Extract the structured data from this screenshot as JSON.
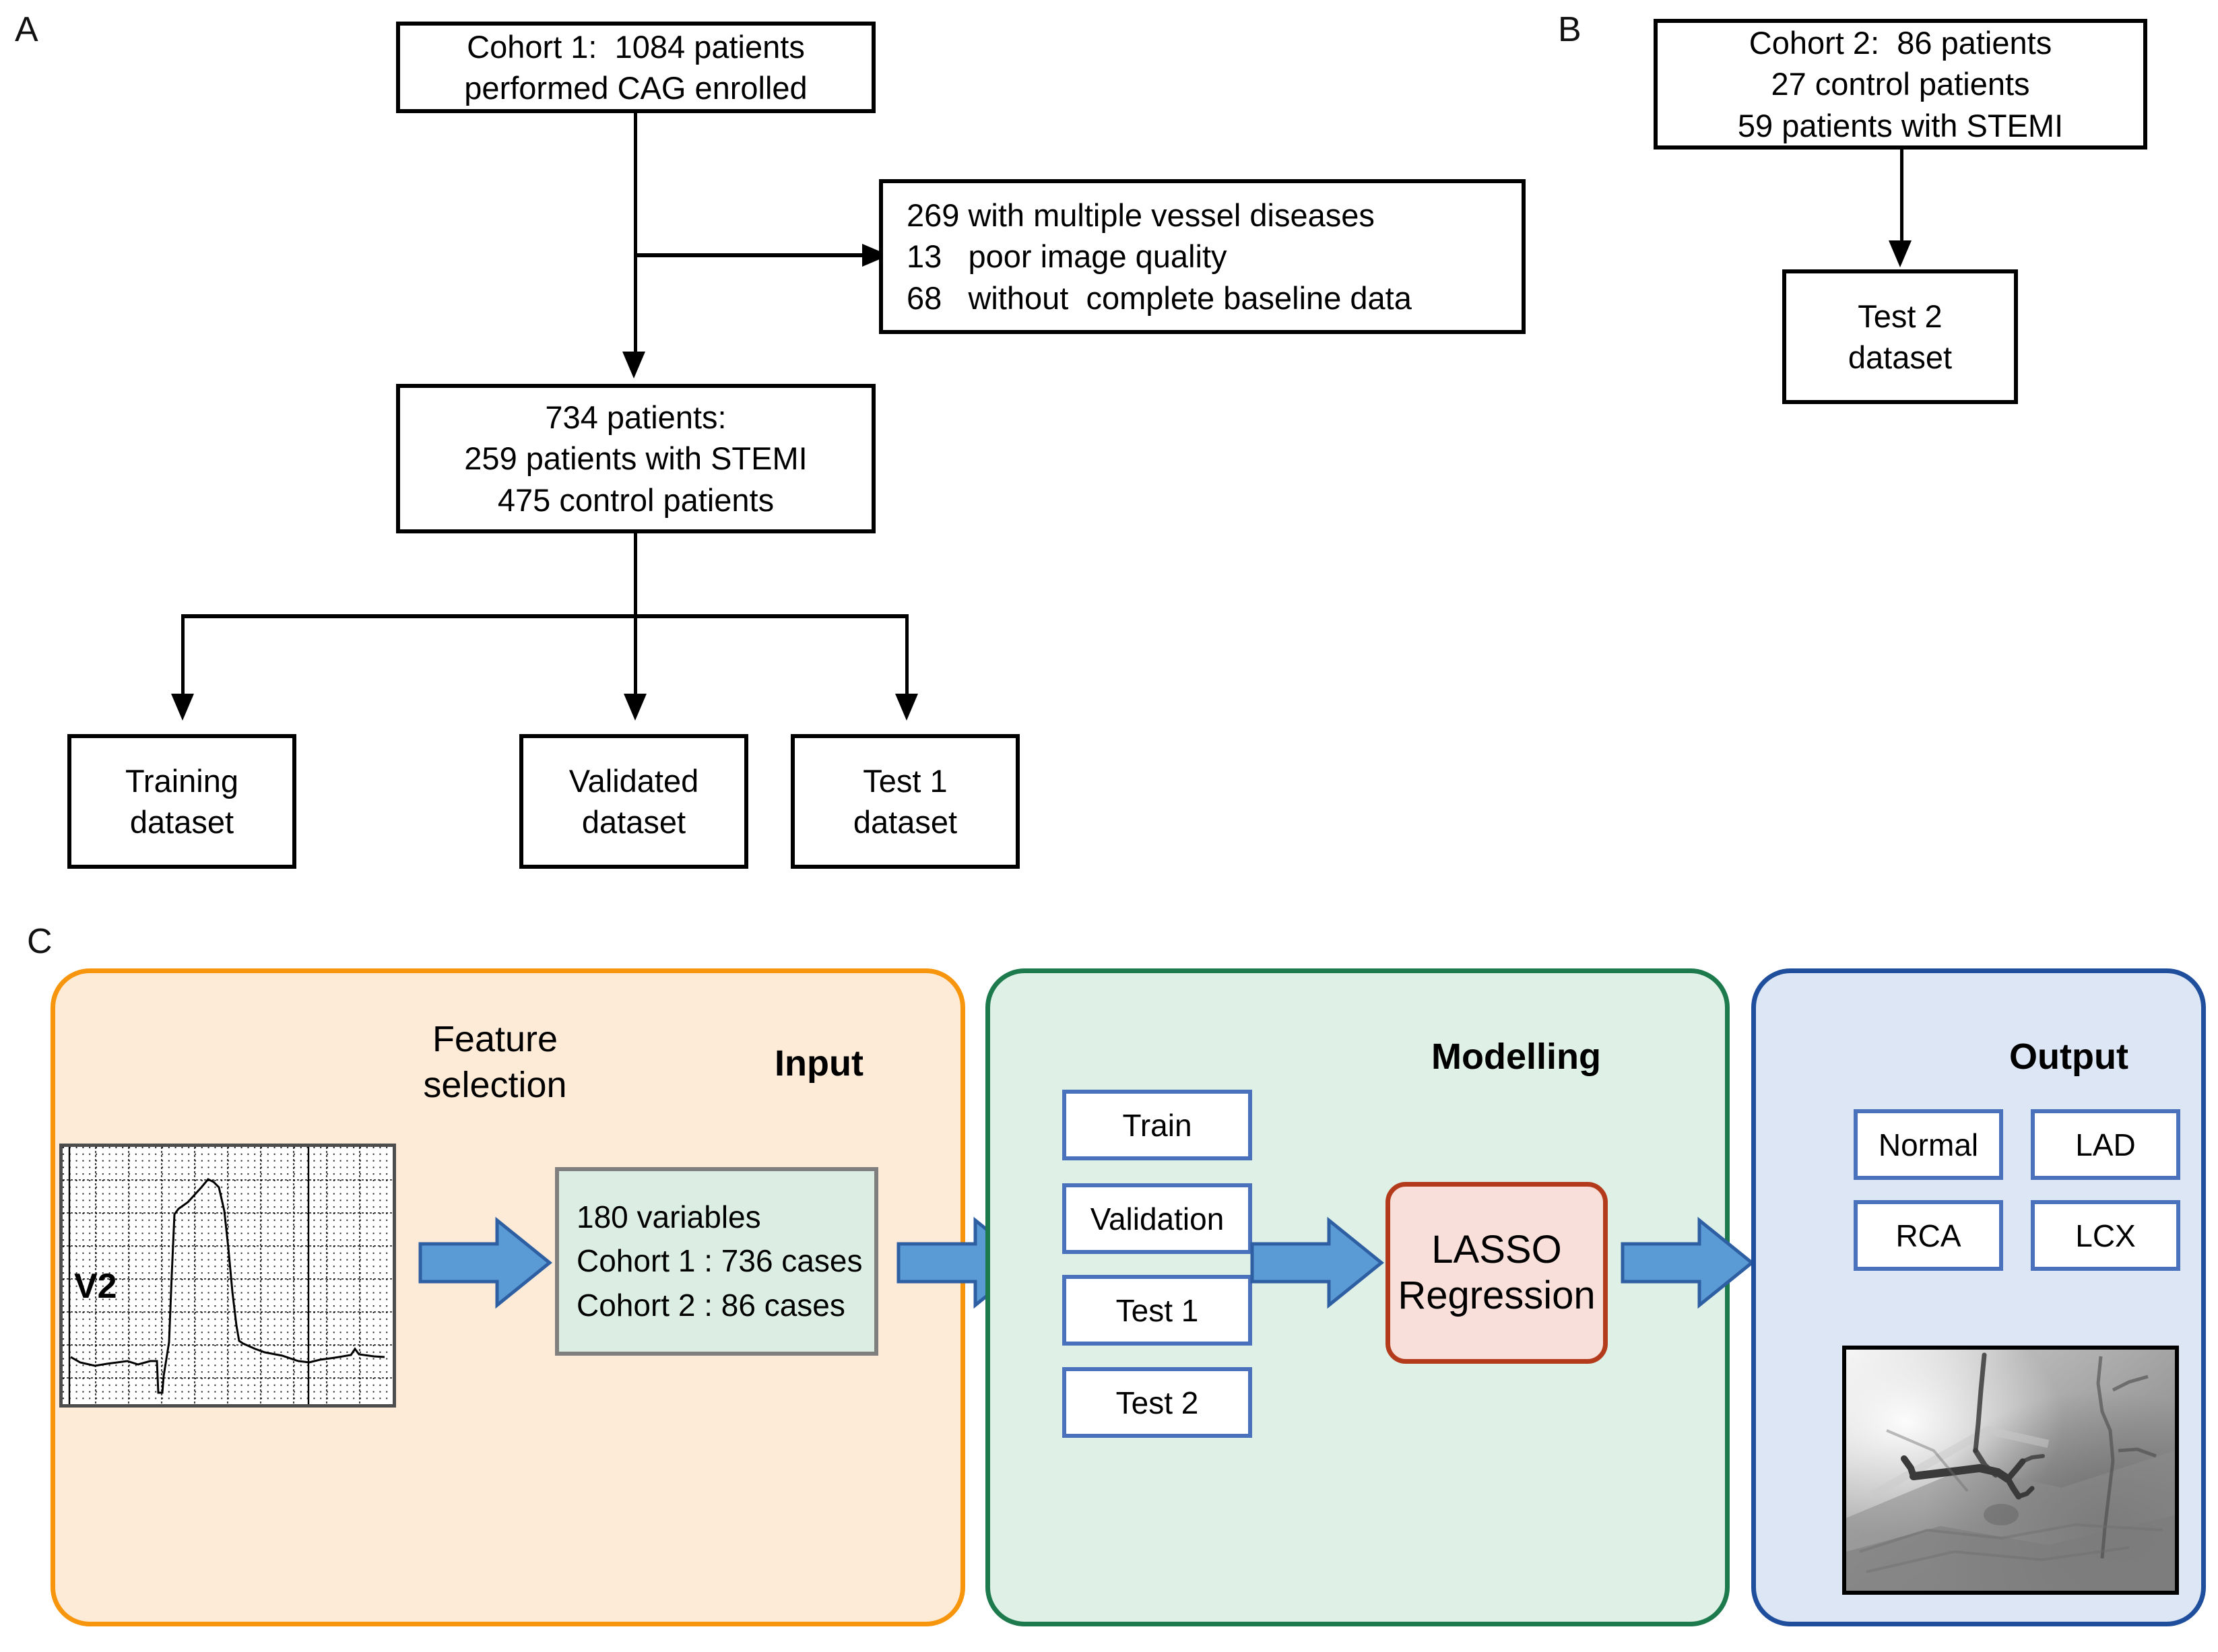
{
  "figure": {
    "panels": [
      {
        "letter": "A"
      },
      {
        "letter": "B"
      },
      {
        "letter": "C"
      }
    ]
  },
  "panel_a": {
    "letter": "A",
    "cohort1_box": {
      "line1": "Cohort 1:  1084 patients",
      "line2": "performed CAG enrolled"
    },
    "excluded_box": {
      "line1": "269 with multiple vessel diseases",
      "line2": "13   poor image quality",
      "line3": "68   without  complete baseline data"
    },
    "included_box": {
      "line1": "734 patients:",
      "line2": "259 patients with STEMI",
      "line3": "475 control patients"
    },
    "datasets": [
      {
        "line1": "Training",
        "line2": "dataset"
      },
      {
        "line1": "Validated",
        "line2": "dataset"
      },
      {
        "line1": "Test 1",
        "line2": "dataset"
      }
    ]
  },
  "panel_b": {
    "letter": "B",
    "cohort2_box": {
      "line1": "Cohort 2:  86 patients",
      "line2": "27 control patients",
      "line3": "59 patients with STEMI"
    },
    "test2_box": {
      "line1": "Test 2",
      "line2": "dataset"
    }
  },
  "panel_c": {
    "letter": "C",
    "input": {
      "title": "Input",
      "subtitle": "Feature\nselection",
      "ecg_lead_label": "V2",
      "variables_box": {
        "line1": "180 variables",
        "line2": "Cohort 1 : 736 cases",
        "line3": "Cohort 2 : 86 cases"
      }
    },
    "modelling": {
      "title": "Modelling",
      "splits": [
        "Train",
        "Validation",
        "Test 1",
        "Test 2"
      ],
      "model": {
        "line1": "LASSO",
        "line2": "Regression"
      }
    },
    "output": {
      "title": "Output",
      "classes": [
        "Normal",
        "LAD",
        "RCA",
        "LCX"
      ],
      "image_caption": "coronary-angiogram"
    }
  },
  "colors": {
    "input_border": "#F7960D",
    "input_fill": "#FDEBD7",
    "modelling_border": "#1D7A4C",
    "modelling_fill": "#DFF0E6",
    "output_border": "#1F4E9C",
    "output_fill": "#DCE6F5",
    "arrow_blue": "#5B9BD5",
    "lasso_border": "#B33A1A",
    "lasso_fill": "#F9DFD9",
    "small_box_border": "#4A72BC",
    "variables_fill": "#DCEEE4"
  }
}
